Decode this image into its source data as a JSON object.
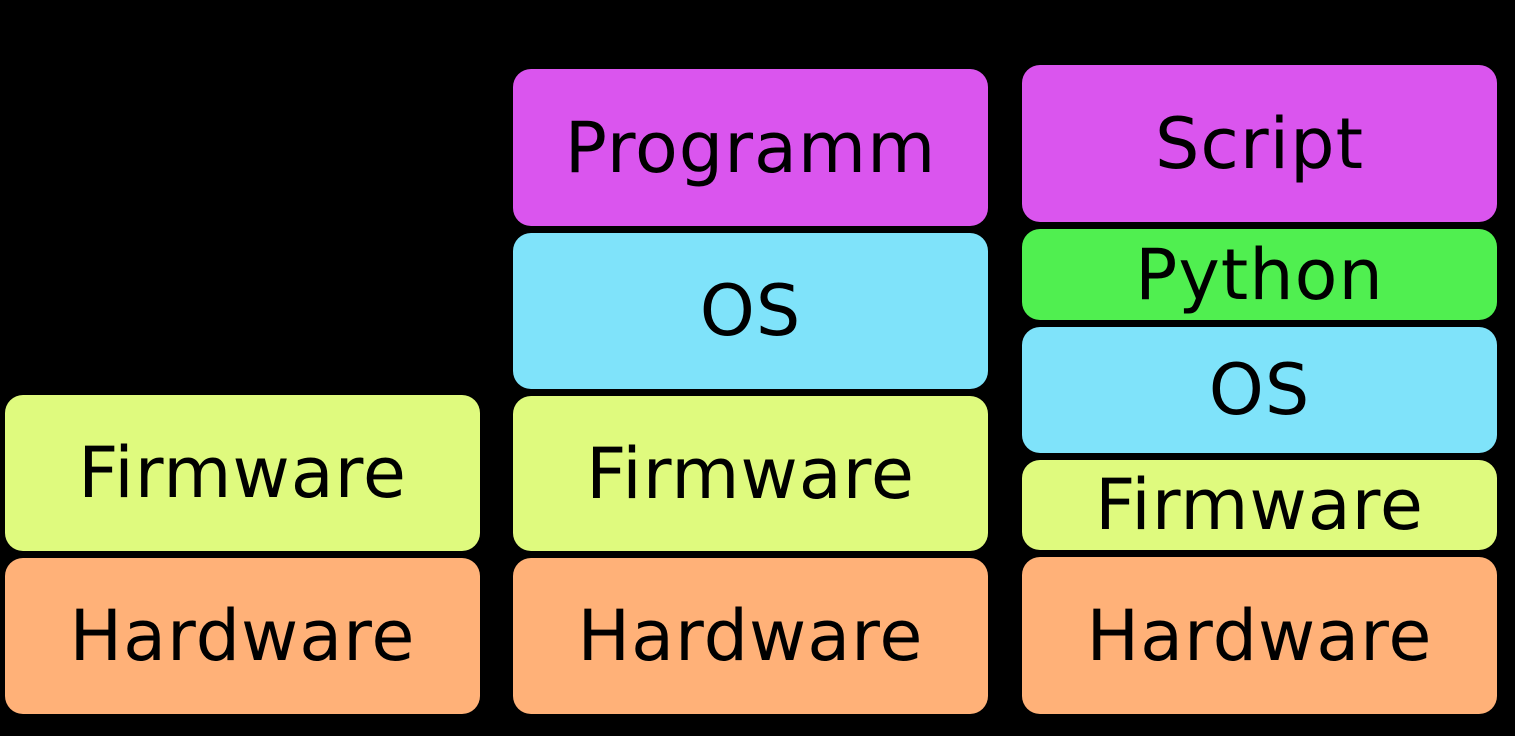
{
  "background_color": "#000000",
  "text_color": "#000000",
  "colors": {
    "magenta": "#DA55EE",
    "cyan": "#7FE3FA",
    "green": "#50EF50",
    "yellowgreen": "#DFFA7E",
    "orange": "#FFB178"
  },
  "columns": [
    {
      "boxes": [
        {
          "label": "Firmware",
          "color": "yellowgreen"
        },
        {
          "label": "Hardware",
          "color": "orange"
        }
      ]
    },
    {
      "boxes": [
        {
          "label": "Programm",
          "color": "magenta"
        },
        {
          "label": "OS",
          "color": "cyan"
        },
        {
          "label": "Firmware",
          "color": "yellowgreen"
        },
        {
          "label": "Hardware",
          "color": "orange"
        }
      ]
    },
    {
      "boxes": [
        {
          "label": "Script",
          "color": "magenta"
        },
        {
          "label": "Python",
          "color": "green"
        },
        {
          "label": "OS",
          "color": "cyan"
        },
        {
          "label": "Firmware",
          "color": "yellowgreen"
        },
        {
          "label": "Hardware",
          "color": "orange"
        }
      ]
    }
  ]
}
